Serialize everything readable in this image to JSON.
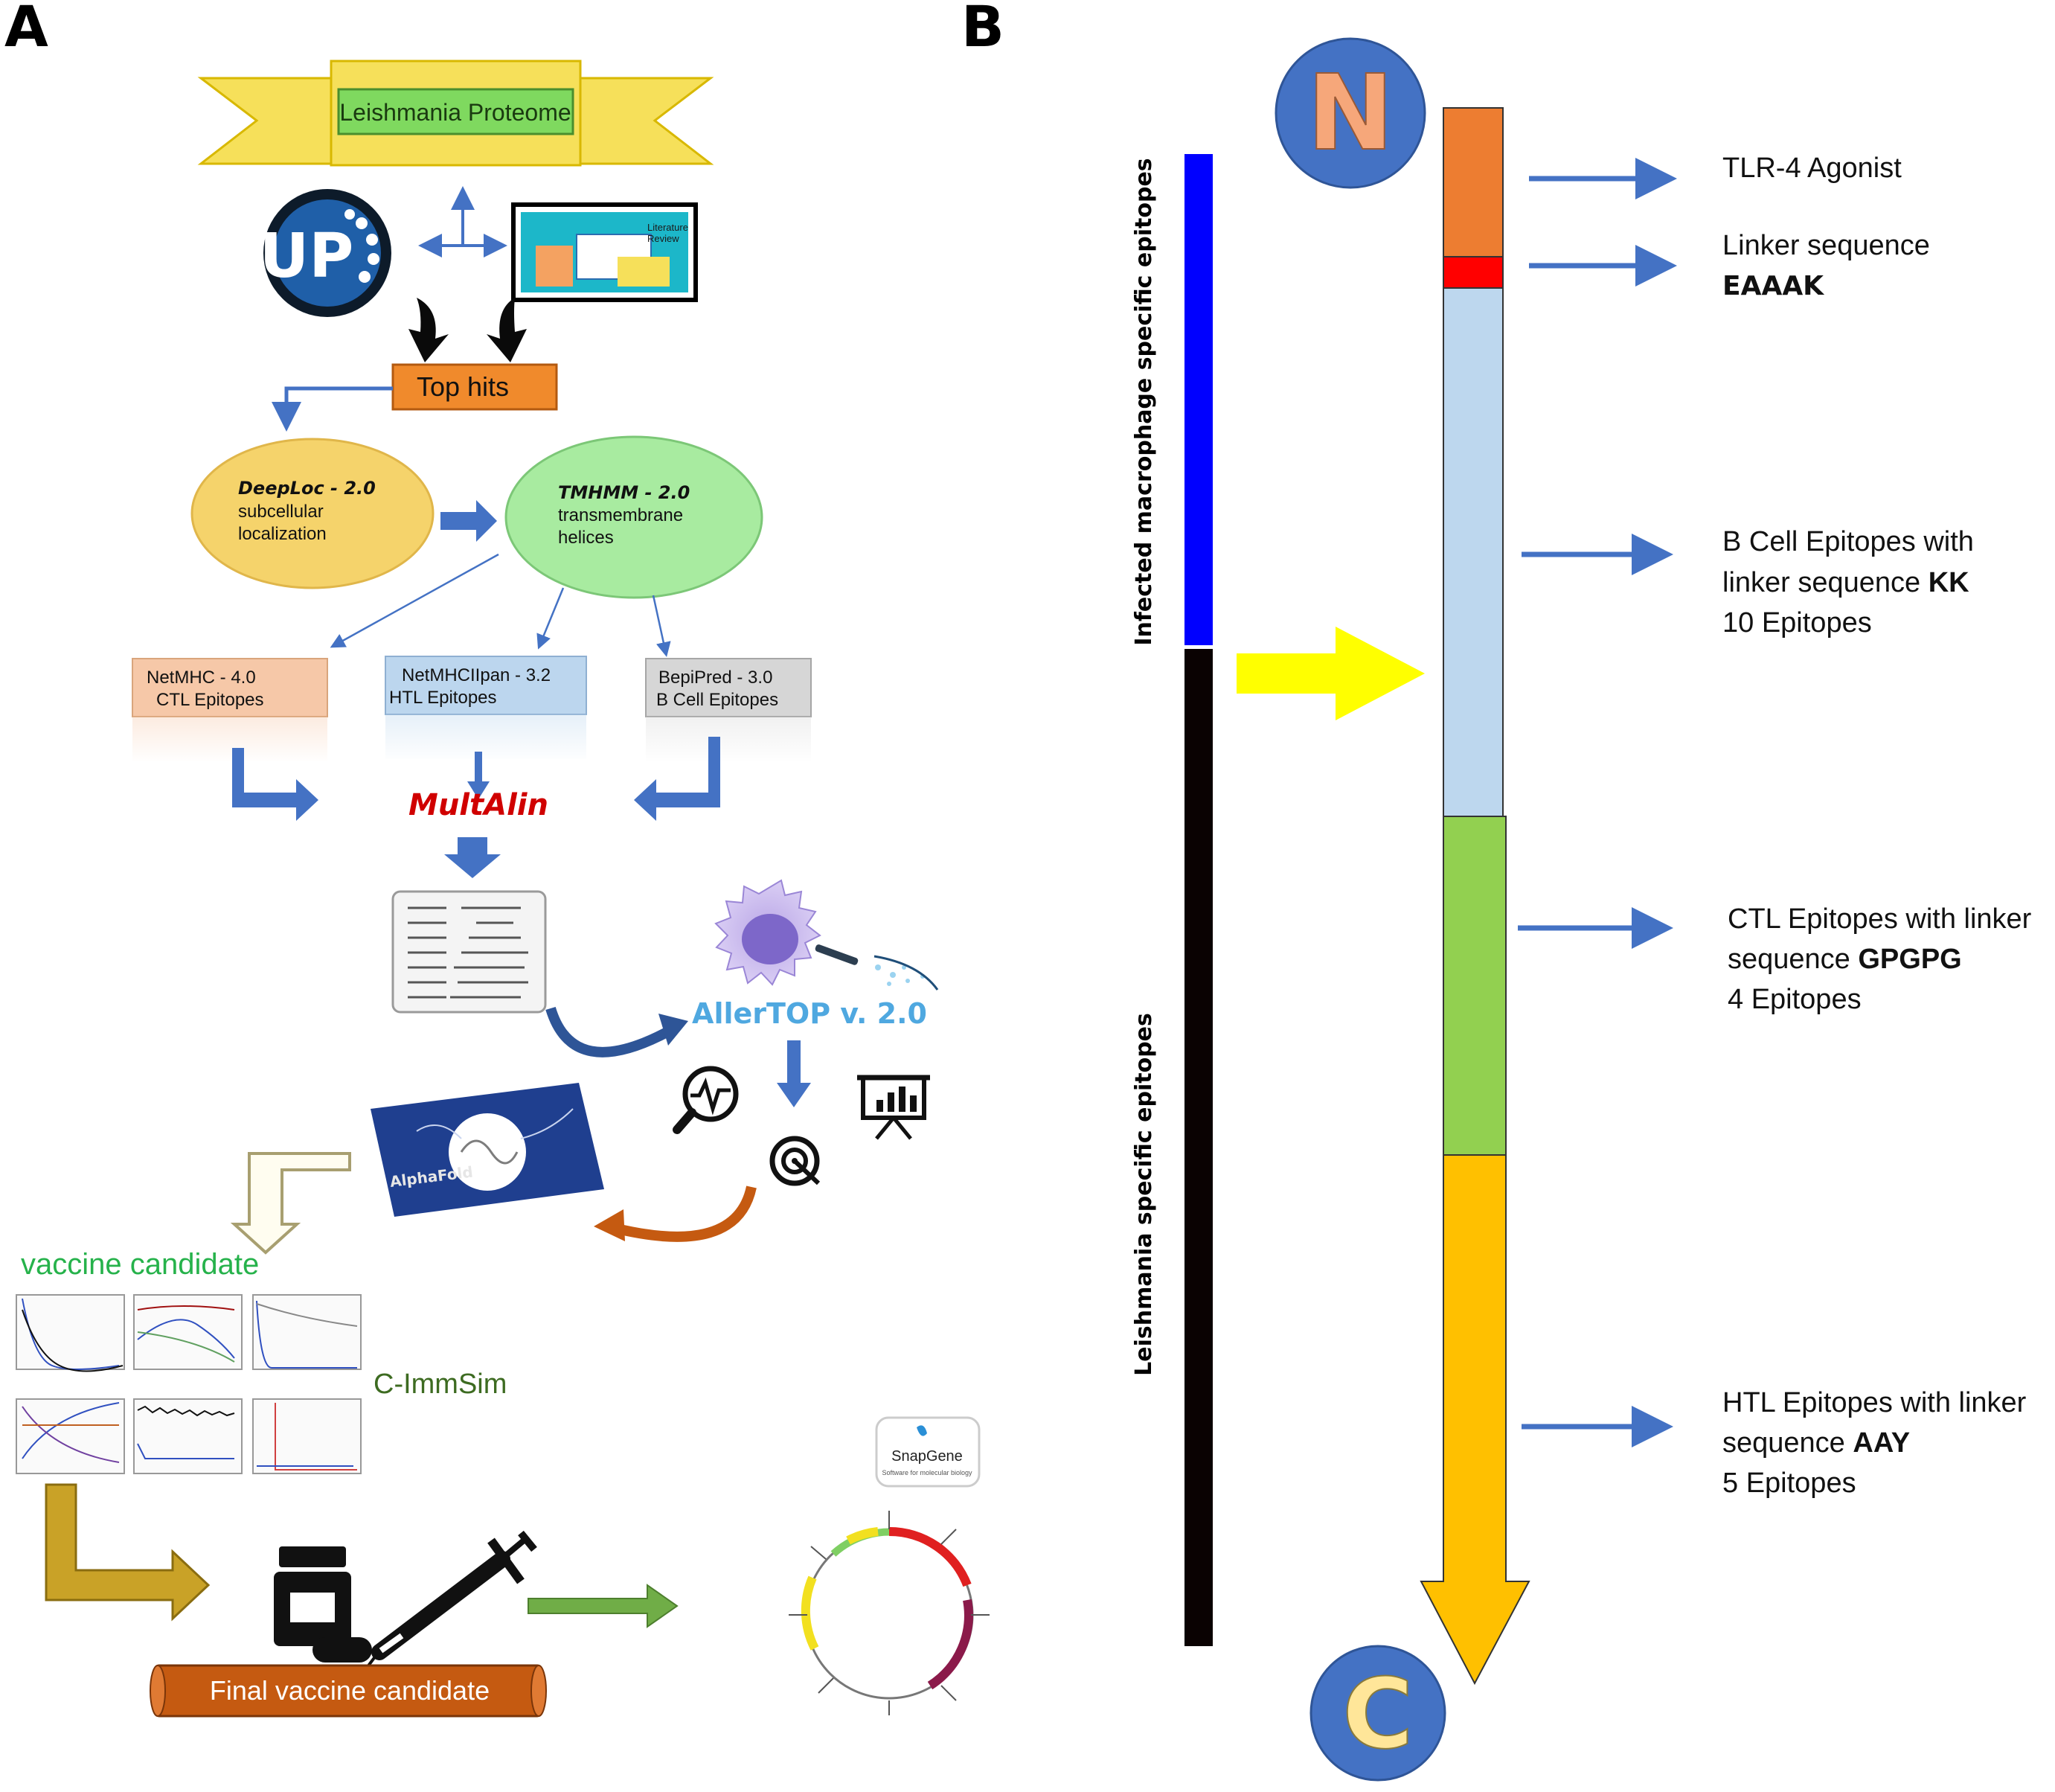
{
  "panel_a": {
    "letter": "A",
    "proteome_label": "Leishmania Proteome",
    "uniprot_logo": "UP",
    "literature_label_1": "Literature",
    "literature_label_2": "Review",
    "top_hits": "Top hits",
    "deeploc": {
      "name": "DeepLoc - 2.0",
      "line1": "subcellular",
      "line2": "localization"
    },
    "tmhmm": {
      "name": "TMHMM - 2.0",
      "line1": "transmembrane",
      "line2": "helices"
    },
    "netmhc": {
      "line1": "NetMHC - 4.0",
      "line2": "CTL  Epitopes"
    },
    "netmhcii": {
      "line1": "NetMHCIIpan - 3.2",
      "line2": "HTL Epitopes"
    },
    "bepipred": {
      "line1": "BepiPred - 3.0",
      "line2": "B Cell Epitopes"
    },
    "multalin": "MultAlin",
    "allertop": "AllerTOP v. 2.0",
    "alphafold": "AlphaFold",
    "vaccine_candidate": "vaccine candidate",
    "cimmsim": "C-ImmSim",
    "final_vaccine": "Final vaccine candidate",
    "snapgene": "SnapGene",
    "snapgene_sub": "Software for molecular biology",
    "colors": {
      "banner": "#f6e05a",
      "top_hits": "#f08a2c",
      "deeploc": "#f5d36b",
      "tmhmm": "#a8eba0",
      "netmhc": "#f6c8a8",
      "netmhcii": "#bcd6ee",
      "bepipred": "#d6d6d6",
      "arrow_blue": "#4472c4",
      "final": "#c55a11",
      "allertop_text": "#4fa8e0",
      "vaccine_text": "#26b24b",
      "cimmsim_text": "#3d6b21"
    }
  },
  "panel_b": {
    "letter": "B",
    "n_label": "N",
    "c_label": "C",
    "side_label_top": "Infected macrophage specific epitopes",
    "side_label_bottom": "Leishmania  specific epitopes",
    "segments": [
      {
        "name": "TLR-4 Agonist",
        "color": "#ed7d31"
      },
      {
        "name": "Linker EAAAK",
        "color": "#ff0000"
      },
      {
        "name": "B Cell Epitopes",
        "color": "#bdd7ee"
      },
      {
        "name": "CTL Epitopes",
        "color": "#92d050"
      },
      {
        "name": "HTL Epitopes",
        "color": "#ffc000"
      }
    ],
    "labels": {
      "tlr4": "TLR-4 Agonist",
      "linker_line1": "Linker sequence",
      "linker_line2": "EAAAK",
      "bcell_line1": "B Cell Epitopes with",
      "bcell_line2_pre": "linker sequence ",
      "bcell_line2_bold": "KK",
      "bcell_line3": "10 Epitopes",
      "ctl_line1": "CTL Epitopes with linker",
      "ctl_line2_pre": "sequence ",
      "ctl_line2_bold": "GPGPG",
      "ctl_line3": "4 Epitopes",
      "htl_line1": "HTL Epitopes with linker",
      "htl_line2_pre": "sequence ",
      "htl_line2_bold": "AAY",
      "htl_line3": "5 Epitopes"
    }
  }
}
